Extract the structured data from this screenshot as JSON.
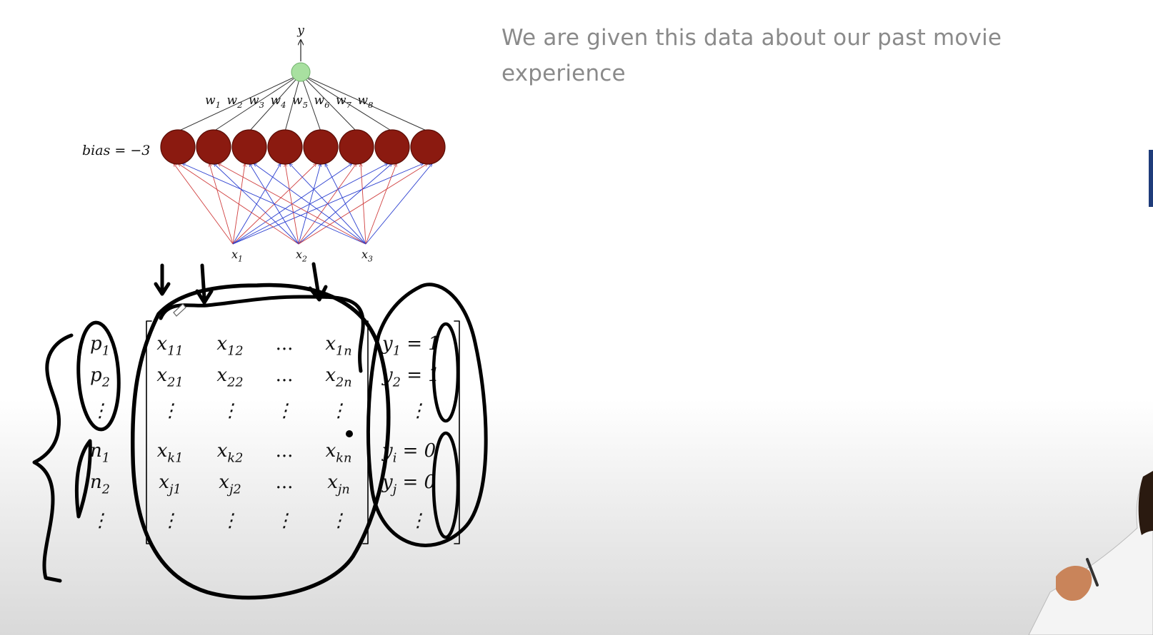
{
  "slide": {
    "text": "We are given this data about our past movie experience"
  },
  "network": {
    "output_label": "y",
    "bias_label": "bias = −3",
    "weight_labels": [
      "w1",
      "w2",
      "w3",
      "w4",
      "w5",
      "w6",
      "w7",
      "w8"
    ],
    "input_labels": [
      "x1",
      "x2",
      "x3"
    ],
    "hidden_count": 8,
    "colors": {
      "hidden_fill": "#8b1a10",
      "output_fill": "#a8e0a0",
      "positive_edge": "#d04040",
      "negative_edge": "#2b3fd0"
    }
  },
  "matrix": {
    "row_labels": [
      "p1",
      "p2",
      "⋮",
      "n1",
      "n2",
      "⋮"
    ],
    "cells": [
      [
        "x11",
        "x12",
        "...",
        "x1n"
      ],
      [
        "x21",
        "x22",
        "...",
        "x2n"
      ],
      [
        "⋮",
        "⋮",
        "⋮",
        "⋮"
      ],
      [
        "xk1",
        "xk2",
        "...",
        "xkn"
      ],
      [
        "xj1",
        "xj2",
        "...",
        "xjn"
      ],
      [
        "⋮",
        "⋮",
        "⋮",
        "⋮"
      ]
    ],
    "outputs": [
      "y1 = 1",
      "y2 = 1",
      "⋮",
      "yi = 0",
      "yj = 0",
      "⋮"
    ]
  }
}
